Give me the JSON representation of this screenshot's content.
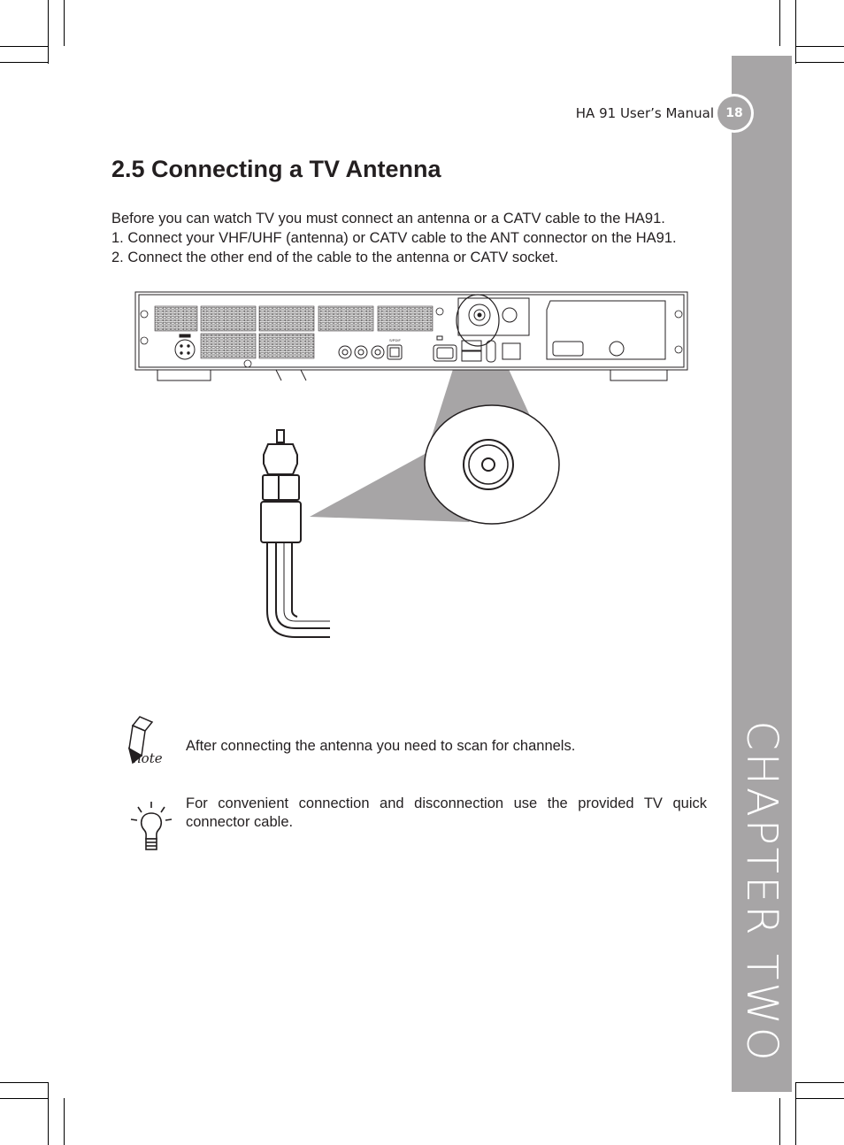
{
  "header": {
    "manual_title": "HA 91 User’s Manual",
    "page_number": "18"
  },
  "sidebar": {
    "chapter_label": "CHAPTER TWO"
  },
  "section": {
    "title": "2.5 Connecting a TV Antenna",
    "intro": "Before you can watch TV you must connect an antenna or a CATV cable to the HA91.",
    "steps": [
      "1. Connect your VHF/UHF (antenna) or CATV cable to the ANT connector on the HA91.",
      "2. Connect the other end of the cable to the antenna or CATV socket."
    ]
  },
  "figure": {
    "panel_labels": {
      "spdif": "S/PDIF"
    }
  },
  "notes": {
    "note_icon_word": "note",
    "note_text": "After connecting the antenna you need to scan for channels.",
    "tip_text": "For convenient connection and disconnection use the provided TV quick connector cable."
  },
  "colors": {
    "sidebar": "#a7a5a6",
    "text": "#231f20",
    "highlight_cone": "#a7a5a6"
  }
}
